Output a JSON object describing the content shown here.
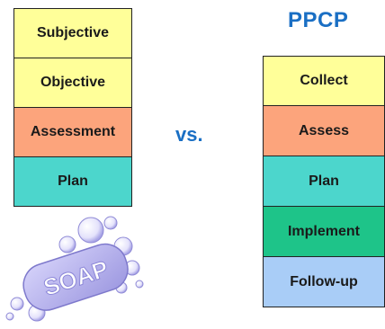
{
  "soap_stack": {
    "items": [
      {
        "label": "Subjective",
        "color": "#ffff99"
      },
      {
        "label": "Objective",
        "color": "#ffff99"
      },
      {
        "label": "Assessment",
        "color": "#fca47c"
      },
      {
        "label": "Plan",
        "color": "#4cd6cc"
      }
    ]
  },
  "vs_label": "vs.",
  "ppcp": {
    "title": "PPCP",
    "items": [
      {
        "label": "Collect",
        "color": "#ffff99"
      },
      {
        "label": "Assess",
        "color": "#fca47c"
      },
      {
        "label": "Plan",
        "color": "#4cd6cc"
      },
      {
        "label": "Implement",
        "color": "#1ec489"
      },
      {
        "label": "Follow-up",
        "color": "#a9cdf7"
      }
    ]
  },
  "soap_logo": {
    "text": "SOAP",
    "color": "#b8b4f0"
  },
  "colors": {
    "heading": "#1a6fc4"
  }
}
